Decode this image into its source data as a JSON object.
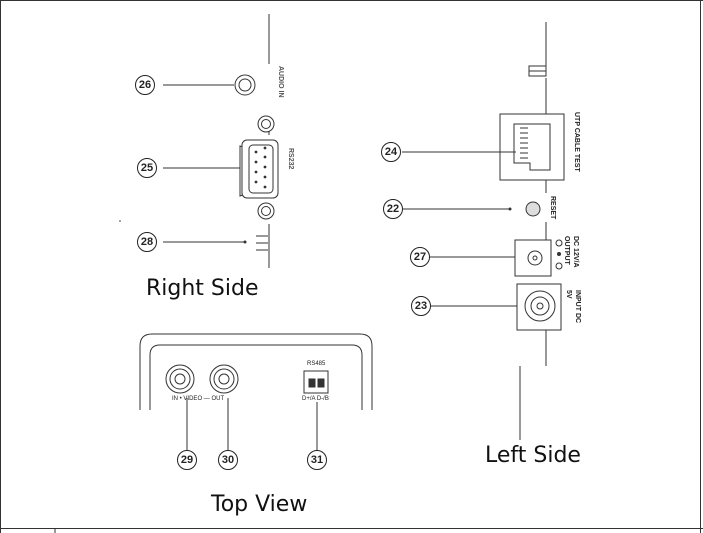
{
  "labels": {
    "right_side": "Right Side",
    "left_side": "Left Side",
    "top_view": "Top View"
  },
  "callouts": {
    "c22": "22",
    "c23": "23",
    "c24": "24",
    "c25": "25",
    "c26": "26",
    "c27": "27",
    "c28": "28",
    "c29": "29",
    "c30": "30",
    "c31": "31"
  },
  "ports": {
    "audio_in": "AUDIO IN",
    "rs232": "RS232",
    "utp_cable_test": "UTP CABLE TEST",
    "reset": "RESET",
    "dc_output": "DC 12V/A OUTPUT",
    "dc_input": "INPUT DC 5V",
    "rs485": "RS485",
    "video_in_out": "IN • VIDEO — OUT",
    "d_plus_a_d_minus_b": "D+/A  D-/B"
  }
}
